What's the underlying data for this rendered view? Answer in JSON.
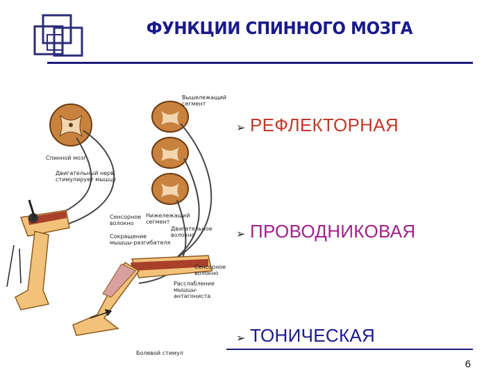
{
  "slide": {
    "title": "ФУНКЦИИ СПИННОГО МОЗГА",
    "page_number": "6"
  },
  "colors": {
    "title": "#1a1a8c",
    "rule": "#1c1c7a",
    "bullet1": "#c0392b",
    "bullet2": "#a0208a",
    "bullet3": "#1a1a8c"
  },
  "bullets": [
    {
      "text": "РЕФЛЕКТОРНАЯ",
      "icon": "arrow-bullet-icon"
    },
    {
      "text": "ПРОВОДНИКОВАЯ",
      "icon": "arrow-bullet-icon"
    },
    {
      "text": "ТОНИЧЕСКАЯ",
      "icon": "arrow-bullet-icon"
    }
  ],
  "figure_labels": {
    "spinal_cord": "Спинной мозг",
    "motor_nerve": "Двигательный нерв\nстимулирует мышцу",
    "sensory_fiber_left": "Сенсорное\nволокно",
    "upper_segment": "Вышележащий\nсегмент",
    "lower_segment": "Нижележащий\nсегмент",
    "motor_fiber": "Двигательное\nволокно",
    "extensor_contraction": "Сокращение\nмышцы-разгибателя",
    "sensory_fiber_right": "Сенсорное\nволокно",
    "antagonist_relaxation": "Расслабление\nмышцы-антагониста",
    "pain_stimulus": "Болевой стимул"
  }
}
